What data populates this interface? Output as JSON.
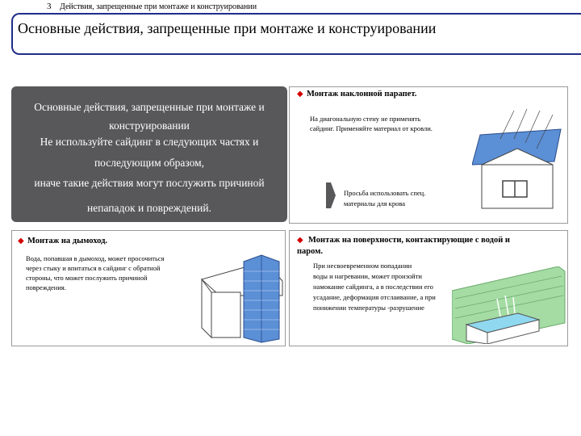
{
  "header": {
    "slide_number": "3",
    "caption": "Действия, запрещенные при монтаже и конструировании",
    "title": "Основные действия, запрещенные при монтаже и  конструировании"
  },
  "summary": {
    "line1": "Основные действия, запрещенные при монтаже и",
    "line2": "конструировании",
    "line3": "Не используйте сайдинг в  следующих частях и",
    "line4": "последующим образом,",
    "line5": "иначе такие действия могут послужить причиной",
    "line6": "непападок и повреждений."
  },
  "parapet": {
    "bullet": "◆",
    "title": "Монтаж наклонной парапет.",
    "text1": "На диагональную стену не применять",
    "text2": "сайдинг. Применяйте материал от кровли.",
    "note1": "Просьба использовать спец.",
    "note2": "материалы для крова"
  },
  "chimney": {
    "bullet": "◆",
    "title": "Монтаж на дымоход.",
    "text1": "Вода, попавшая в дымоход, может просочиться",
    "text2": "через стыку и впитаться в сайдинг с обратной",
    "text3": "стороны, что может послужить причиной",
    "text4": "повреждения."
  },
  "water": {
    "bullet": "◆",
    "title1": "Монтаж на поверхности, контактирующие с водой и",
    "title2": "паром.",
    "text1": "При несвоевременном попадании",
    "text2": "воды и нагревании, может произойти",
    "text3": "намокание сайдинга, а в последствии его",
    "text4": "усадание, деформация отслаивание, а при",
    "text5": "понижении температуры -разрушение"
  },
  "colors": {
    "header_border": "#1f2d8a",
    "summary_bg": "#58585b",
    "bullet": "#d40000",
    "roof_blue": "#5b8fd6",
    "bath_water": "#8fd8f0",
    "wall_green": "#a4dca4"
  },
  "icons": [
    "diamond-bullet-icon",
    "arrow-right-icon"
  ]
}
